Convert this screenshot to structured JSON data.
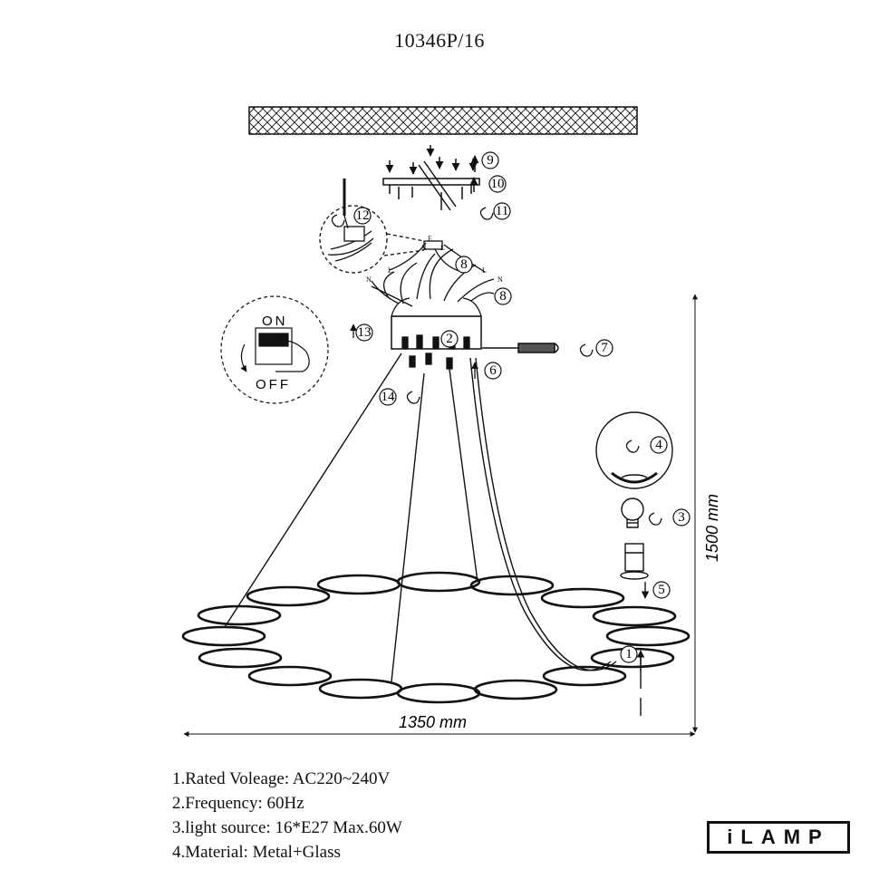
{
  "model": "10346P/16",
  "dimensions": {
    "width": "1350 mm",
    "height": "1500 mm"
  },
  "switch": {
    "on": "ON",
    "off": "OFF"
  },
  "callouts": [
    "1",
    "2",
    "3",
    "4",
    "5",
    "6",
    "7",
    "8",
    "8",
    "9",
    "10",
    "11",
    "12",
    "13",
    "14"
  ],
  "wiring_labels": {
    "earth": "E",
    "neutral": "N",
    "live": "L"
  },
  "specs": [
    "1.Rated Voleage: AC220~240V",
    "2.Frequency: 60Hz",
    "3.light source: 16*E27 Max.60W",
    "4.Material: Metal+Glass"
  ],
  "brand": "iLAMP"
}
